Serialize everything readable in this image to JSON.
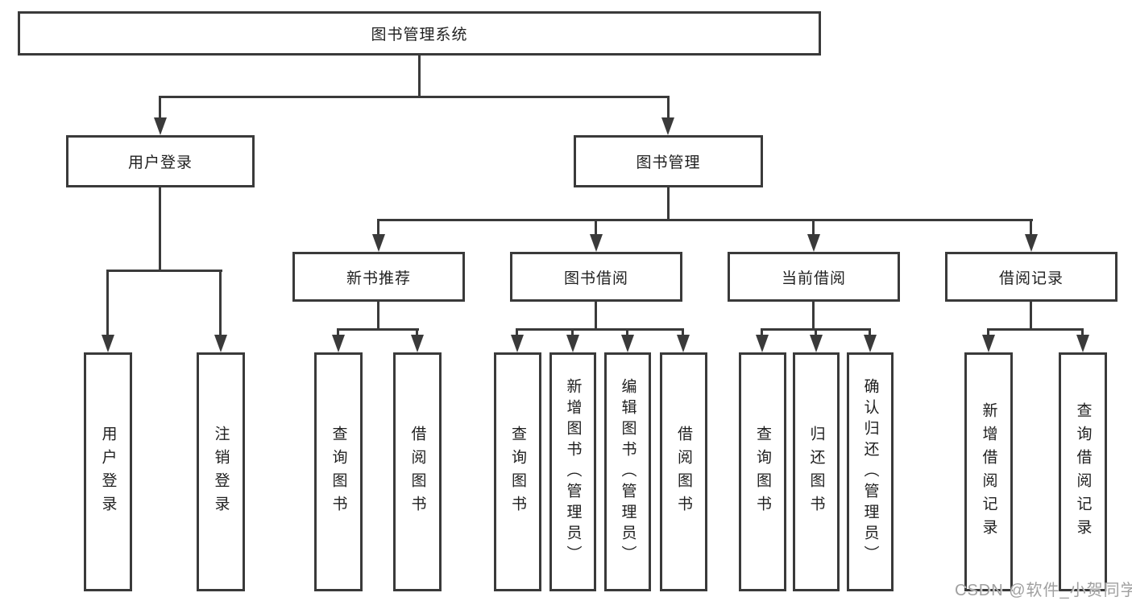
{
  "tree": {
    "label": "图书管理系统",
    "children": [
      {
        "label": "用户登录",
        "children": [
          {
            "label": "用户登录"
          },
          {
            "label": "注销登录"
          }
        ]
      },
      {
        "label": "图书管理",
        "children": [
          {
            "label": "新书推荐",
            "children": [
              {
                "label": "查询图书"
              },
              {
                "label": "借阅图书"
              }
            ]
          },
          {
            "label": "图书借阅",
            "children": [
              {
                "label": "查询图书"
              },
              {
                "label": "新增图书（管理员）"
              },
              {
                "label": "编辑图书（管理员）"
              },
              {
                "label": "借阅图书"
              }
            ]
          },
          {
            "label": "当前借阅",
            "children": [
              {
                "label": "查询图书"
              },
              {
                "label": "归还图书"
              },
              {
                "label": "确认归还（管理员）"
              }
            ]
          },
          {
            "label": "借阅记录",
            "children": [
              {
                "label": "新增借阅记录"
              },
              {
                "label": "查询借阅记录"
              }
            ]
          }
        ]
      }
    ]
  },
  "watermark": {
    "text": "CSDN @软件_小贺同学"
  },
  "colors": {
    "line": "#3a3a3a",
    "text": "#1f1f1f",
    "watermark": "#a0a0a0",
    "background": "#ffffff"
  }
}
